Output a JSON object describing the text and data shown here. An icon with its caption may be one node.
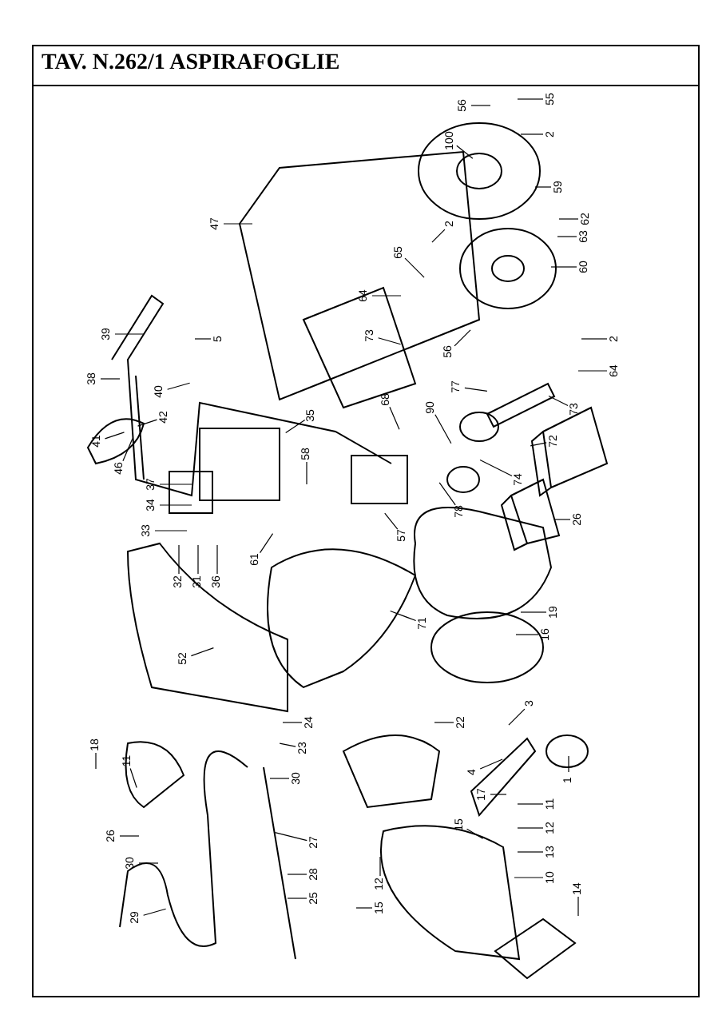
{
  "diagram": {
    "title": "TAV. N.262/1 ASPIRAFOGLIE",
    "nodes": [
      {
        "text": [
          "47"
        ]
      },
      {
        "text": [
          "39"
        ]
      },
      {
        "text": [
          "38"
        ]
      },
      {
        "text": [
          "5"
        ]
      },
      {
        "text": [
          "55"
        ]
      },
      {
        "text": [
          "56"
        ]
      },
      {
        "text": [
          "2"
        ]
      },
      {
        "text": [
          "100"
        ]
      },
      {
        "text": [
          "59"
        ]
      },
      {
        "text": [
          "62"
        ]
      },
      {
        "text": [
          "63"
        ]
      },
      {
        "text": [
          "60"
        ]
      },
      {
        "text": [
          "65"
        ]
      },
      {
        "text": [
          "2"
        ]
      },
      {
        "text": [
          "64"
        ]
      },
      {
        "text": [
          "73"
        ]
      },
      {
        "text": [
          "2"
        ]
      },
      {
        "text": [
          "64"
        ]
      },
      {
        "text": [
          "56"
        ]
      },
      {
        "text": [
          "40"
        ]
      },
      {
        "text": [
          "42"
        ]
      },
      {
        "text": [
          "41"
        ]
      },
      {
        "text": [
          "46"
        ]
      },
      {
        "text": [
          "35"
        ]
      },
      {
        "text": [
          "37"
        ]
      },
      {
        "text": [
          "34"
        ]
      },
      {
        "text": [
          "33"
        ]
      },
      {
        "text": [
          "32"
        ]
      },
      {
        "text": [
          "31"
        ]
      },
      {
        "text": [
          "36"
        ]
      },
      {
        "text": [
          "61"
        ]
      },
      {
        "text": [
          "58"
        ]
      },
      {
        "text": [
          "52"
        ]
      },
      {
        "text": [
          "68"
        ]
      },
      {
        "text": [
          "90"
        ]
      },
      {
        "text": [
          "77"
        ]
      },
      {
        "text": [
          "73"
        ]
      },
      {
        "text": [
          "72"
        ]
      },
      {
        "text": [
          "74"
        ]
      },
      {
        "text": [
          "78"
        ]
      },
      {
        "text": [
          "26"
        ]
      },
      {
        "text": [
          "57"
        ]
      },
      {
        "text": [
          "71"
        ]
      },
      {
        "text": [
          "19"
        ]
      },
      {
        "text": [
          "16"
        ]
      },
      {
        "text": [
          "11"
        ]
      },
      {
        "text": [
          "18"
        ]
      },
      {
        "text": [
          "26"
        ]
      },
      {
        "text": [
          "30"
        ]
      },
      {
        "text": [
          "29"
        ]
      },
      {
        "text": [
          "27"
        ]
      },
      {
        "text": [
          "28"
        ]
      },
      {
        "text": [
          "25"
        ]
      },
      {
        "text": [
          "24"
        ]
      },
      {
        "text": [
          "23"
        ]
      },
      {
        "text": [
          "30"
        ]
      },
      {
        "text": [
          "3"
        ]
      },
      {
        "text": [
          "4"
        ]
      },
      {
        "text": [
          "17"
        ]
      },
      {
        "text": [
          "15"
        ]
      },
      {
        "text": [
          "11"
        ]
      },
      {
        "text": [
          "12"
        ]
      },
      {
        "text": [
          "13"
        ]
      },
      {
        "text": [
          "10"
        ]
      },
      {
        "text": [
          "14"
        ]
      },
      {
        "text": [
          "1"
        ]
      },
      {
        "text": [
          "22"
        ]
      },
      {
        "text": [
          "12"
        ]
      },
      {
        "text": [
          "15"
        ]
      }
    ],
    "edges": [
      {
        "from": 0,
        "to": null,
        "arrow": "none"
      },
      {
        "from": 1,
        "to": null,
        "arrow": "none"
      },
      {
        "from": 2,
        "to": null,
        "arrow": "none"
      },
      {
        "from": 3,
        "to": null,
        "arrow": "none"
      },
      {
        "from": 4,
        "to": null,
        "arrow": "none"
      },
      {
        "from": 5,
        "to": null,
        "arrow": "none"
      },
      {
        "from": 6,
        "to": null,
        "arrow": "none"
      },
      {
        "from": 7,
        "to": null,
        "arrow": "none"
      },
      {
        "from": 8,
        "to": null,
        "arrow": "none"
      },
      {
        "from": 9,
        "to": null,
        "arrow": "none"
      },
      {
        "from": 10,
        "to": null,
        "arrow": "none"
      },
      {
        "from": 11,
        "to": null,
        "arrow": "none"
      },
      {
        "from": 12,
        "to": null,
        "arrow": "none"
      },
      {
        "from": 13,
        "to": null,
        "arrow": "none"
      },
      {
        "from": 14,
        "to": null,
        "arrow": "none"
      },
      {
        "from": 15,
        "to": null,
        "arrow": "none"
      },
      {
        "from": 16,
        "to": null,
        "arrow": "none"
      },
      {
        "from": 17,
        "to": null,
        "arrow": "none"
      },
      {
        "from": 18,
        "to": null,
        "arrow": "none"
      },
      {
        "from": 19,
        "to": null,
        "arrow": "none"
      },
      {
        "from": 20,
        "to": null,
        "arrow": "none"
      },
      {
        "from": 21,
        "to": null,
        "arrow": "none"
      },
      {
        "from": 22,
        "to": null,
        "arrow": "none"
      },
      {
        "from": 23,
        "to": null,
        "arrow": "none"
      },
      {
        "from": 24,
        "to": null,
        "arrow": "none"
      },
      {
        "from": 25,
        "to": null,
        "arrow": "none"
      },
      {
        "from": 26,
        "to": null,
        "arrow": "none"
      },
      {
        "from": 27,
        "to": null,
        "arrow": "none"
      },
      {
        "from": 28,
        "to": null,
        "arrow": "none"
      },
      {
        "from": 29,
        "to": null,
        "arrow": "none"
      },
      {
        "from": 30,
        "to": null,
        "arrow": "none"
      },
      {
        "from": 31,
        "to": null,
        "arrow": "none"
      },
      {
        "from": 32,
        "to": null,
        "arrow": "none"
      },
      {
        "from": 33,
        "to": null,
        "arrow": "none"
      },
      {
        "from": 34,
        "to": null,
        "arrow": "none"
      },
      {
        "from": 35,
        "to": null,
        "arrow": "none"
      },
      {
        "from": 36,
        "to": null,
        "arrow": "none"
      },
      {
        "from": 37,
        "to": null,
        "arrow": "none"
      },
      {
        "from": 38,
        "to": null,
        "arrow": "none"
      },
      {
        "from": 39,
        "to": null,
        "arrow": "none"
      },
      {
        "from": 40,
        "to": null,
        "arrow": "none"
      },
      {
        "from": 41,
        "to": null,
        "arrow": "none"
      },
      {
        "from": 42,
        "to": null,
        "arrow": "none"
      },
      {
        "from": 43,
        "to": null,
        "arrow": "none"
      },
      {
        "from": 44,
        "to": null,
        "arrow": "none"
      },
      {
        "from": 45,
        "to": null,
        "arrow": "none"
      },
      {
        "from": 46,
        "to": null,
        "arrow": "none"
      },
      {
        "from": 47,
        "to": null,
        "arrow": "none"
      },
      {
        "from": 48,
        "to": null,
        "arrow": "none"
      },
      {
        "from": 49,
        "to": null,
        "arrow": "none"
      },
      {
        "from": 50,
        "to": null,
        "arrow": "none"
      },
      {
        "from": 51,
        "to": null,
        "arrow": "none"
      },
      {
        "from": 52,
        "to": null,
        "arrow": "none"
      },
      {
        "from": 53,
        "to": null,
        "arrow": "none"
      },
      {
        "from": 54,
        "to": null,
        "arrow": "none"
      },
      {
        "from": 55,
        "to": null,
        "arrow": "none"
      },
      {
        "from": 56,
        "to": null,
        "arrow": "none"
      },
      {
        "from": 57,
        "to": null,
        "arrow": "none"
      },
      {
        "from": 58,
        "to": null,
        "arrow": "none"
      },
      {
        "from": 59,
        "to": null,
        "arrow": "none"
      },
      {
        "from": 60,
        "to": null,
        "arrow": "none"
      },
      {
        "from": 61,
        "to": null,
        "arrow": "none"
      },
      {
        "from": 62,
        "to": null,
        "arrow": "none"
      },
      {
        "from": 63,
        "to": null,
        "arrow": "none"
      },
      {
        "from": 64,
        "to": null,
        "arrow": "none"
      },
      {
        "from": 65,
        "to": null,
        "arrow": "none"
      },
      {
        "from": 66,
        "to": null,
        "arrow": "none"
      },
      {
        "from": 67,
        "to": null,
        "arrow": "none"
      },
      {
        "from": 68,
        "to": null,
        "arrow": "none"
      }
    ]
  }
}
